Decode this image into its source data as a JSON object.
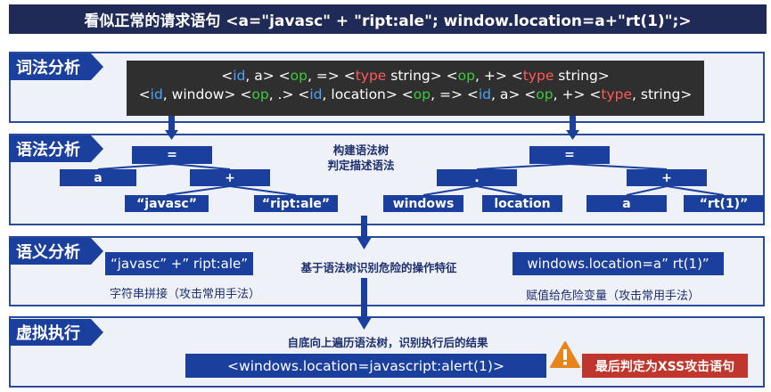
{
  "title": "看似正常的请求语句 <a=\"javasc\" + \"ript:ale\"; window.location=a+\"rt(1)\";>",
  "stages": {
    "lexical": "词法分析",
    "syntax": "语法分析",
    "semantic": "语义分析",
    "execution": "虚拟执行"
  },
  "tokens": {
    "line1": [
      {
        "t": "<",
        "c": ""
      },
      {
        "t": "id",
        "c": "id"
      },
      {
        "t": ", a> <",
        "c": ""
      },
      {
        "t": "op",
        "c": "op"
      },
      {
        "t": ", => <",
        "c": ""
      },
      {
        "t": "type",
        "c": "type"
      },
      {
        "t": " string> <",
        "c": ""
      },
      {
        "t": "op",
        "c": "op"
      },
      {
        "t": ", +> <",
        "c": ""
      },
      {
        "t": "type",
        "c": "type"
      },
      {
        "t": " string>",
        "c": ""
      }
    ],
    "line2": [
      {
        "t": "<",
        "c": ""
      },
      {
        "t": "id",
        "c": "id"
      },
      {
        "t": ", window> <",
        "c": ""
      },
      {
        "t": "op",
        "c": "op"
      },
      {
        "t": ", .> <",
        "c": ""
      },
      {
        "t": "id",
        "c": "id"
      },
      {
        "t": ", location> <",
        "c": ""
      },
      {
        "t": "op",
        "c": "op"
      },
      {
        "t": ", => <",
        "c": ""
      },
      {
        "t": "id",
        "c": "id"
      },
      {
        "t": ", a> <",
        "c": ""
      },
      {
        "t": "op",
        "c": "op"
      },
      {
        "t": ", +> <",
        "c": ""
      },
      {
        "t": "type",
        "c": "type"
      },
      {
        "t": ", string>",
        "c": ""
      }
    ]
  },
  "syntax": {
    "note_line1": "构建语法树",
    "note_line2": "判定描述语法",
    "tree_left": {
      "root": "=",
      "left": "a",
      "right": "+",
      "right_left": "“javasc”",
      "right_right": "“ript:ale”"
    },
    "tree_right": {
      "root": "=",
      "left": ".",
      "left_left": "windows",
      "left_right": "location",
      "right": "+",
      "right_left": "a",
      "right_right": "“rt(1)”"
    }
  },
  "semantic": {
    "expr_left": "“javasc” +” ript:ale”",
    "caption_left": "字符串拼接（攻击常用手法）",
    "center_note": "基于语法树识别危险的操作特征",
    "expr_right": "windows.location=a” rt(1)”",
    "caption_right": "赋值给危险变量（攻击常用手法）"
  },
  "execution": {
    "note": "自底向上遍历语法树，识别执行后的结果",
    "result": "<windows.location=javascript:alert(1)>",
    "warning_icon": "warning-triangle-icon",
    "verdict": "最后判定为XSS攻击语句"
  },
  "colors": {
    "banner": "#1f2a57",
    "node": "#1b3f9c",
    "panel_border": "#2a4a9a",
    "token_id": "#4aa3ff",
    "token_op": "#3dc83d",
    "token_type": "#ff5a5a",
    "warning": "#e8841c",
    "verdict": "#c0362c"
  }
}
